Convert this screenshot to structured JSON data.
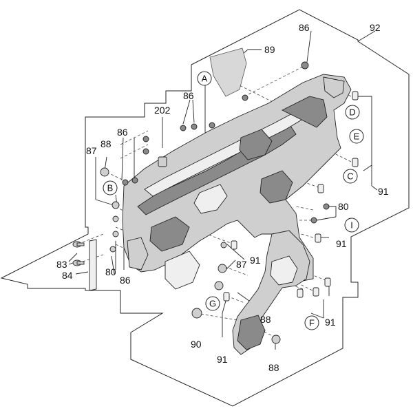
{
  "labels": {
    "n86_top": "86",
    "n92": "92",
    "n89": "89",
    "n86_a": "86",
    "n202": "202",
    "n86_b": "86",
    "n87_left": "87",
    "n88_left": "88",
    "n91_right": "91",
    "n80_right": "80",
    "n91_mid": "91",
    "n87_mid": "87",
    "n91_center": "91",
    "n83": "83",
    "n84": "84",
    "n80_left": "80",
    "n86_left": "86",
    "n88_bottom": "88",
    "n91_lower": "91",
    "n90": "90",
    "n91_bottom": "91",
    "n88_lowright": "88"
  },
  "callouts": {
    "A": "A",
    "B": "B",
    "C": "C",
    "D": "D",
    "E": "E",
    "F": "F",
    "G": "G",
    "I": "I"
  }
}
